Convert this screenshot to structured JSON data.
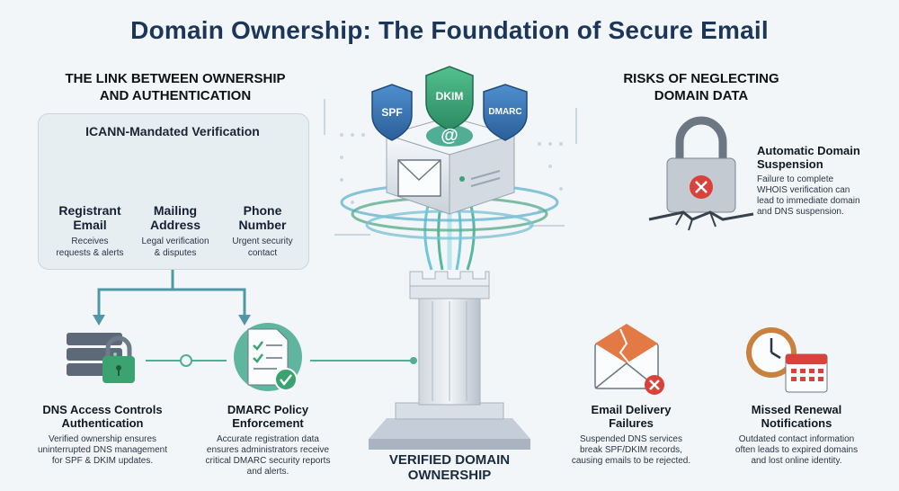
{
  "title": "Domain Ownership: The Foundation of Secure Email",
  "left_section": {
    "heading_line1": "THE LINK BETWEEN OWNERSHIP",
    "heading_line2": "AND AUTHENTICATION",
    "panel_title": "ICANN-Mandated Verification",
    "nodes": [
      {
        "label_line1": "Registrant",
        "label_line2": "Email",
        "desc_line1": "Receives",
        "desc_line2": "requests & alerts",
        "icon": "envelope-icon",
        "color": "#2f6fa6"
      },
      {
        "label_line1": "Mailing",
        "label_line2": "Address",
        "desc_line1": "Legal verification",
        "desc_line2": "& disputes",
        "icon": "house-icon",
        "color": "#2f88a0"
      },
      {
        "label_line1": "Phone",
        "label_line2": "Number",
        "desc_line1": "Urgent security",
        "desc_line2": "contact",
        "icon": "phone-icon",
        "color": "#3e9c72"
      }
    ],
    "cards": [
      {
        "title_line1": "DNS Access Controls",
        "title_line2": "Authentication",
        "desc_line1": "Verified ownership ensures",
        "desc_line2": "uninterrupted DNS management",
        "desc_line3": "for SPF & DKIM updates.",
        "icon": "server-lock-icon"
      },
      {
        "title_line1": "DMARC Policy",
        "title_line2": "Enforcement",
        "desc_line1": "Accurate registration data",
        "desc_line2": "ensures administrators receive",
        "desc_line3": "critical DMARC security reports",
        "desc_line4": "and alerts.",
        "icon": "document-check-icon"
      }
    ]
  },
  "center": {
    "shields": [
      "SPF",
      "DKIM",
      "DMARC"
    ],
    "label_line1": "VERIFIED DOMAIN",
    "label_line2": "OWNERSHIP",
    "at_symbol": "@"
  },
  "right_section": {
    "heading_line1": "RISKS OF NEGLECTING",
    "heading_line2": "DOMAIN DATA",
    "risks": [
      {
        "title_line1": "Automatic Domain",
        "title_line2": "Suspension",
        "desc_line1": "Failure to complete",
        "desc_line2": "WHOIS verification can",
        "desc_line3": "lead to immediate domain",
        "desc_line4": "and DNS suspension.",
        "icon": "broken-padlock-icon"
      },
      {
        "title_line1": "Email Delivery",
        "title_line2": "Failures",
        "desc_line1": "Suspended DNS services",
        "desc_line2": "break SPF/DKIM records,",
        "desc_line3": "causing emails to be rejected.",
        "icon": "broken-envelope-icon"
      },
      {
        "title_line1": "Missed Renewal",
        "title_line2": "Notifications",
        "desc_line1": "Outdated contact information",
        "desc_line2": "often leads to expired domains",
        "desc_line3": "and lost online identity.",
        "icon": "clock-calendar-icon"
      }
    ]
  },
  "colors": {
    "navy": "#1c3657",
    "green": "#3e9c72",
    "teal": "#2f88a0",
    "blue": "#2f6fa6",
    "red": "#d8423a",
    "accent_line": "#4fae93"
  }
}
